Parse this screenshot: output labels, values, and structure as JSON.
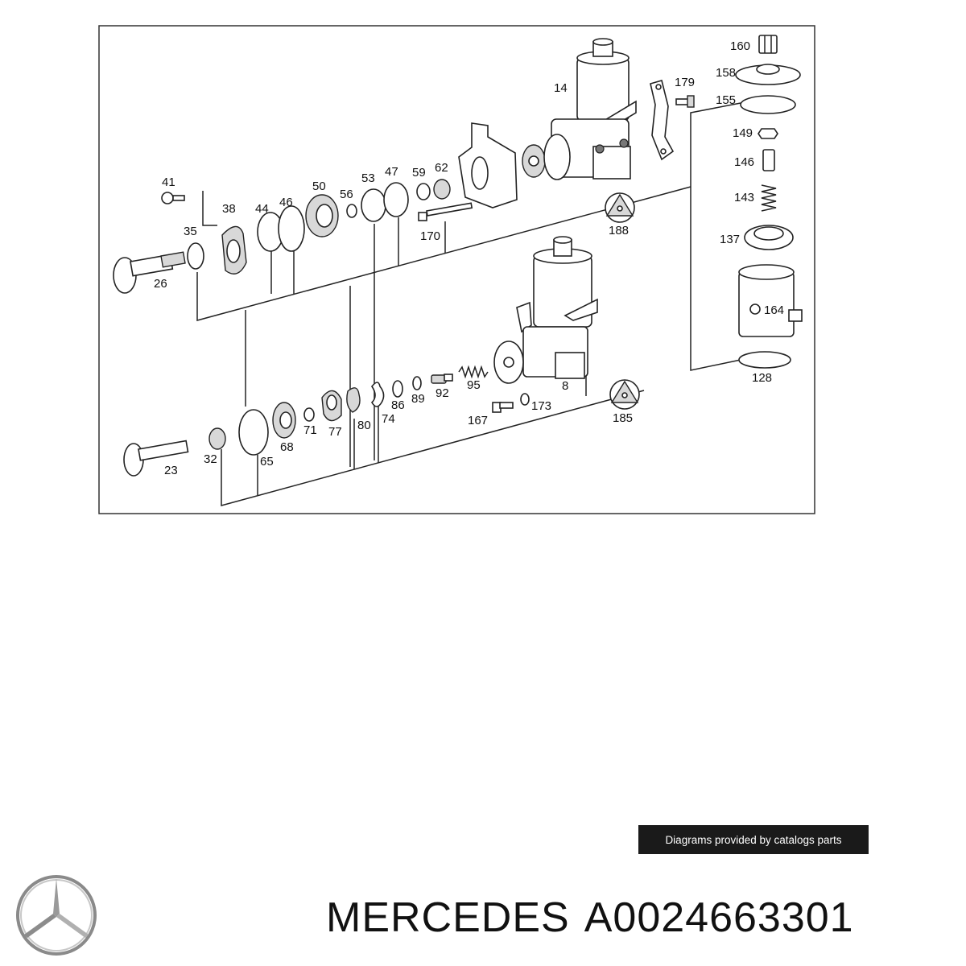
{
  "diagram": {
    "labels": [
      {
        "id": "160",
        "text": "160"
      },
      {
        "id": "158",
        "text": "158"
      },
      {
        "id": "179",
        "text": "179"
      },
      {
        "id": "155",
        "text": "155"
      },
      {
        "id": "14",
        "text": "14"
      },
      {
        "id": "149",
        "text": "149"
      },
      {
        "id": "146",
        "text": "146"
      },
      {
        "id": "143",
        "text": "143"
      },
      {
        "id": "41",
        "text": "41"
      },
      {
        "id": "53",
        "text": "53"
      },
      {
        "id": "47",
        "text": "47"
      },
      {
        "id": "59",
        "text": "59"
      },
      {
        "id": "62",
        "text": "62"
      },
      {
        "id": "50",
        "text": "50"
      },
      {
        "id": "56",
        "text": "56"
      },
      {
        "id": "38",
        "text": "38"
      },
      {
        "id": "44",
        "text": "44"
      },
      {
        "id": "46",
        "text": "46"
      },
      {
        "id": "188",
        "text": "188"
      },
      {
        "id": "170",
        "text": "170"
      },
      {
        "id": "137",
        "text": "137"
      },
      {
        "id": "35",
        "text": "35"
      },
      {
        "id": "26",
        "text": "26"
      },
      {
        "id": "164",
        "text": "164"
      },
      {
        "id": "128",
        "text": "128"
      },
      {
        "id": "95",
        "text": "95"
      },
      {
        "id": "8",
        "text": "8"
      },
      {
        "id": "89",
        "text": "89"
      },
      {
        "id": "92",
        "text": "92"
      },
      {
        "id": "86",
        "text": "86"
      },
      {
        "id": "173",
        "text": "173"
      },
      {
        "id": "74",
        "text": "74"
      },
      {
        "id": "167",
        "text": "167"
      },
      {
        "id": "80",
        "text": "80"
      },
      {
        "id": "185",
        "text": "185"
      },
      {
        "id": "71",
        "text": "71"
      },
      {
        "id": "77",
        "text": "77"
      },
      {
        "id": "68",
        "text": "68"
      },
      {
        "id": "32",
        "text": "32"
      },
      {
        "id": "65",
        "text": "65"
      },
      {
        "id": "23",
        "text": "23"
      }
    ]
  },
  "credit": "Diagrams provided by catalogs parts",
  "brand": {
    "name": "MERCEDES",
    "part_number": "A0024663301",
    "logo_icon": "mercedes-star-icon"
  }
}
